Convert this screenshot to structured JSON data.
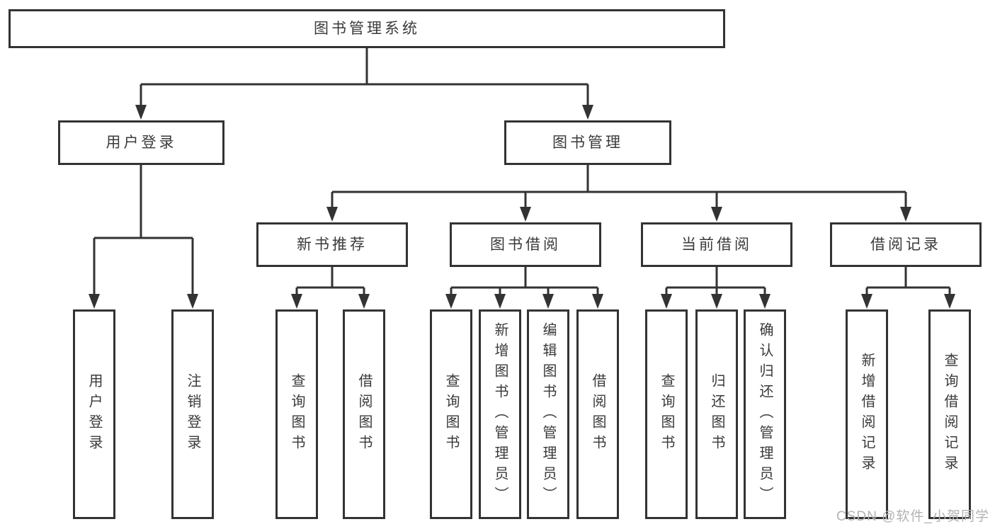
{
  "colors": {
    "line": "#333333",
    "box_border": "#333333",
    "text": "#3a3a3a",
    "watermark": "#b3b3b3"
  },
  "watermark": "CSDN @软件_小贺同学",
  "tree": {
    "root": "图书管理系统",
    "branches": [
      {
        "label": "用户登录",
        "children": [
          "用户登录",
          "注销登录"
        ]
      },
      {
        "label": "图书管理",
        "groups": [
          {
            "label": "新书推荐",
            "children": [
              "查询图书",
              "借阅图书"
            ]
          },
          {
            "label": "图书借阅",
            "children": [
              "查询图书",
              "新增图书（管理员）",
              "编辑图书（管理员）",
              "借阅图书"
            ]
          },
          {
            "label": "当前借阅",
            "children": [
              "查询图书",
              "归还图书",
              "确认归还（管理员）"
            ]
          },
          {
            "label": "借阅记录",
            "children": [
              "新增借阅记录",
              "查询借阅记录"
            ]
          }
        ]
      }
    ]
  }
}
